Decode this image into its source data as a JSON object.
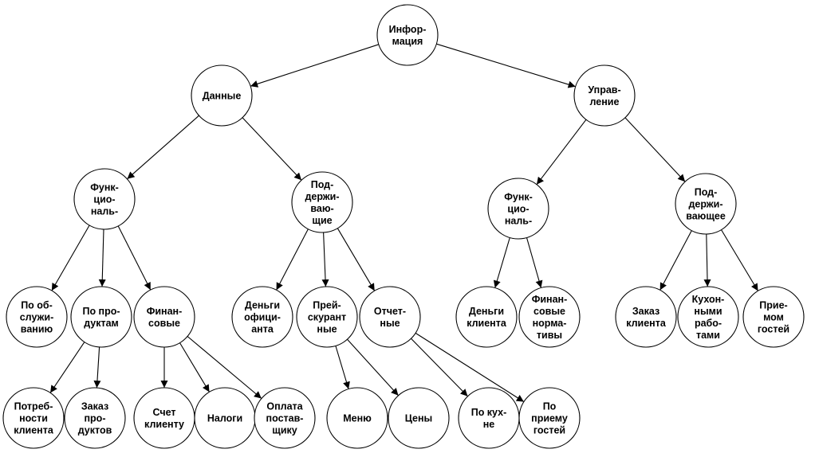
{
  "nodes": [
    {
      "id": "info",
      "lines": [
        "Инфор-",
        "мация"
      ]
    },
    {
      "id": "data",
      "lines": [
        "Данные"
      ]
    },
    {
      "id": "mgmt",
      "lines": [
        "Управ-",
        "ление"
      ]
    },
    {
      "id": "d_func",
      "lines": [
        "Функ-",
        "цио-",
        "наль-"
      ]
    },
    {
      "id": "d_supp",
      "lines": [
        "Под-",
        "держи-",
        "ваю-",
        "щие"
      ]
    },
    {
      "id": "m_func",
      "lines": [
        "Функ-",
        "цио-",
        "наль-"
      ]
    },
    {
      "id": "m_supp",
      "lines": [
        "Под-",
        "держи-",
        "вающее"
      ]
    },
    {
      "id": "serv",
      "lines": [
        "По об-",
        "служи-",
        "ванию"
      ]
    },
    {
      "id": "prod",
      "lines": [
        "По про-",
        "дуктам"
      ]
    },
    {
      "id": "fin",
      "lines": [
        "Финан-",
        "совые"
      ]
    },
    {
      "id": "waiter",
      "lines": [
        "Деньги",
        "офици-",
        "анта"
      ]
    },
    {
      "id": "price",
      "lines": [
        "Прей-",
        "скурант",
        "ные"
      ]
    },
    {
      "id": "report",
      "lines": [
        "Отчет-",
        "ные"
      ]
    },
    {
      "id": "cmoney",
      "lines": [
        "Деньги",
        "клиента"
      ]
    },
    {
      "id": "finnorm",
      "lines": [
        "Финан-",
        "совые",
        "норма-",
        "тивы"
      ]
    },
    {
      "id": "order",
      "lines": [
        "Заказ",
        "клиента"
      ]
    },
    {
      "id": "kitchen",
      "lines": [
        "Кухон-",
        "ными",
        "рабо-",
        "тами"
      ]
    },
    {
      "id": "guests",
      "lines": [
        "Прие-",
        "мом",
        "гостей"
      ]
    },
    {
      "id": "needs",
      "lines": [
        "Потреб-",
        "ности",
        "клиента"
      ]
    },
    {
      "id": "porder",
      "lines": [
        "Заказ",
        "про-",
        "дуктов"
      ]
    },
    {
      "id": "bill",
      "lines": [
        "Счет",
        "клиенту"
      ]
    },
    {
      "id": "tax",
      "lines": [
        "Налоги"
      ]
    },
    {
      "id": "pay",
      "lines": [
        "Оплата",
        "постав-",
        "щику"
      ]
    },
    {
      "id": "menu",
      "lines": [
        "Меню"
      ]
    },
    {
      "id": "prices",
      "lines": [
        "Цены"
      ]
    },
    {
      "id": "bykitchen",
      "lines": [
        "По кух-",
        "не"
      ]
    },
    {
      "id": "byguest",
      "lines": [
        "По",
        "приему",
        "гостей"
      ]
    }
  ],
  "edges": [
    [
      "info",
      "data"
    ],
    [
      "info",
      "mgmt"
    ],
    [
      "data",
      "d_func"
    ],
    [
      "data",
      "d_supp"
    ],
    [
      "mgmt",
      "m_func"
    ],
    [
      "mgmt",
      "m_supp"
    ],
    [
      "d_func",
      "serv"
    ],
    [
      "d_func",
      "prod"
    ],
    [
      "d_func",
      "fin"
    ],
    [
      "d_supp",
      "waiter"
    ],
    [
      "d_supp",
      "price"
    ],
    [
      "d_supp",
      "report"
    ],
    [
      "m_func",
      "cmoney"
    ],
    [
      "m_func",
      "finnorm"
    ],
    [
      "m_supp",
      "order"
    ],
    [
      "m_supp",
      "kitchen"
    ],
    [
      "m_supp",
      "guests"
    ],
    [
      "prod",
      "needs"
    ],
    [
      "prod",
      "porder"
    ],
    [
      "fin",
      "bill"
    ],
    [
      "fin",
      "tax"
    ],
    [
      "fin",
      "pay"
    ],
    [
      "price",
      "menu"
    ],
    [
      "price",
      "prices"
    ],
    [
      "report",
      "bykitchen"
    ],
    [
      "report",
      "byguest"
    ]
  ]
}
